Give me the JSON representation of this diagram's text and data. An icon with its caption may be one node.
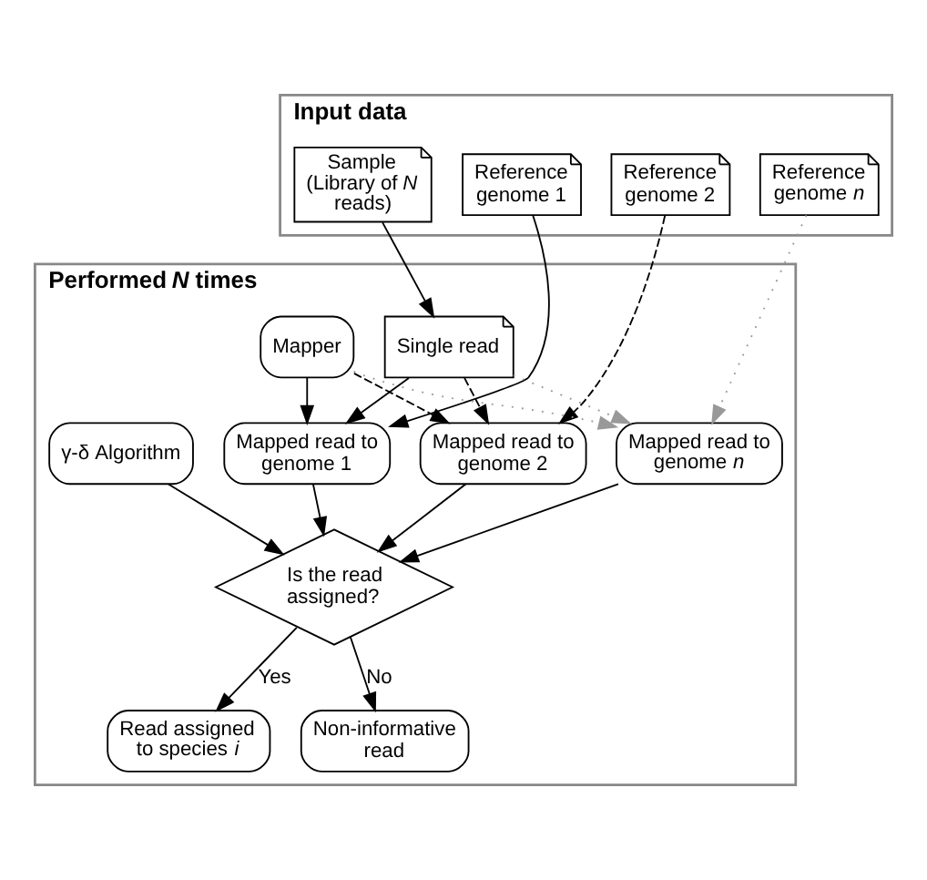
{
  "diagram": {
    "nodes": [
      {
        "text": [
          "Input data"
        ]
      },
      {
        "text": [
          "Sample (Library of *N* reads)"
        ],
        "in": 0
      },
      {
        "text": [
          "Reference genome 1"
        ],
        "in": 0
      },
      {
        "text": [
          "Reference genome 2"
        ],
        "in": 0
      },
      {
        "text": [
          "Reference genome *n*"
        ],
        "in": 0
      },
      {
        "text": [
          "Performed *N* times"
        ]
      },
      {
        "text": [
          "Single read"
        ],
        "in": 5
      },
      {
        "text": [
          "Mapper"
        ],
        "in": 5
      },
      {
        "text": [
          "Mapped read to genome 1"
        ],
        "in": 5
      },
      {
        "text": [
          "Mapped read to genome 2"
        ],
        "in": 5
      },
      {
        "text": [
          "Mapped read to genome *n*"
        ],
        "in": 5
      },
      {
        "text": [
          "γ-δ Algorithm"
        ],
        "in": 5
      },
      {
        "text": [
          "Is the read assigned?"
        ],
        "in": 5
      },
      {
        "text": [
          "Read assigned to species *i*"
        ],
        "in": 5
      },
      {
        "text": [
          "Non-informative read"
        ],
        "in": 5
      }
    ],
    "edges": [
      {
        "from": 1,
        "to": 6,
        "arrow": "to"
      },
      {
        "from": 2,
        "to": 8,
        "arrow": "to"
      },
      {
        "from": 3,
        "to": 9,
        "arrow": "to",
        "style": "dashed"
      },
      {
        "from": 4,
        "to": 10,
        "arrow": "to",
        "style": "dashed",
        "color": "#999999"
      },
      {
        "from": 6,
        "to": 8,
        "arrow": "to"
      },
      {
        "from": 6,
        "to": 9,
        "arrow": "to",
        "style": "dashed"
      },
      {
        "from": 6,
        "to": 10,
        "arrow": "to",
        "style": "dashed",
        "color": "#999999"
      },
      {
        "from": 7,
        "to": 8,
        "arrow": "to"
      },
      {
        "from": 7,
        "to": 9,
        "arrow": "to",
        "style": "dashed"
      },
      {
        "from": 7,
        "to": 10,
        "arrow": "to",
        "style": "dashed",
        "color": "#999999"
      },
      {
        "from": 8,
        "to": 12,
        "arrow": "to"
      },
      {
        "from": 9,
        "to": 12,
        "arrow": "to"
      },
      {
        "from": 10,
        "to": 12,
        "arrow": "to"
      },
      {
        "from": 11,
        "to": 12,
        "arrow": "to"
      },
      {
        "from": 12,
        "to": 13,
        "arrow": "to",
        "label": "Yes"
      },
      {
        "from": 12,
        "to": 14,
        "arrow": "to",
        "label": "No"
      }
    ]
  }
}
